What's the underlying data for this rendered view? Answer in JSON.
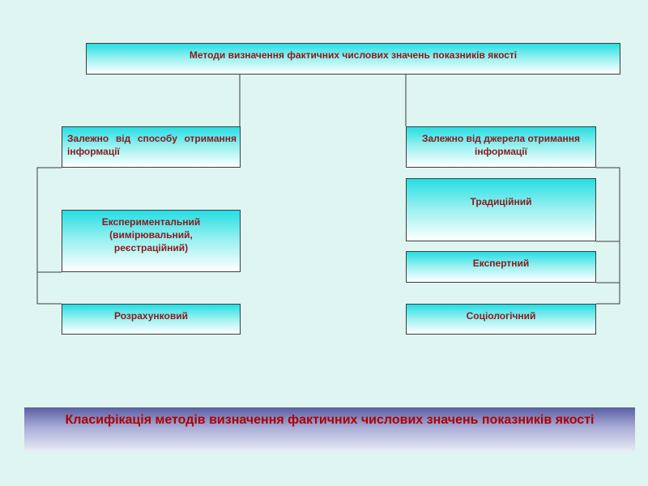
{
  "root": {
    "label": "Методи визначення фактичних числових значень показників якості"
  },
  "branches": [
    {
      "label": "Залежно від способу отримання інформації",
      "items": [
        {
          "label": "Експериментальний (вимірювальний, реєстраційний)"
        },
        {
          "label": "Розрахунковий"
        }
      ]
    },
    {
      "label": "Залежно від джерела отримання інформації",
      "items": [
        {
          "label": "Традиційний"
        },
        {
          "label": "Експертний"
        },
        {
          "label": "Соціологічний"
        }
      ]
    }
  ],
  "caption": "Класифікація методів визначення фактичних числових значень показників якості"
}
